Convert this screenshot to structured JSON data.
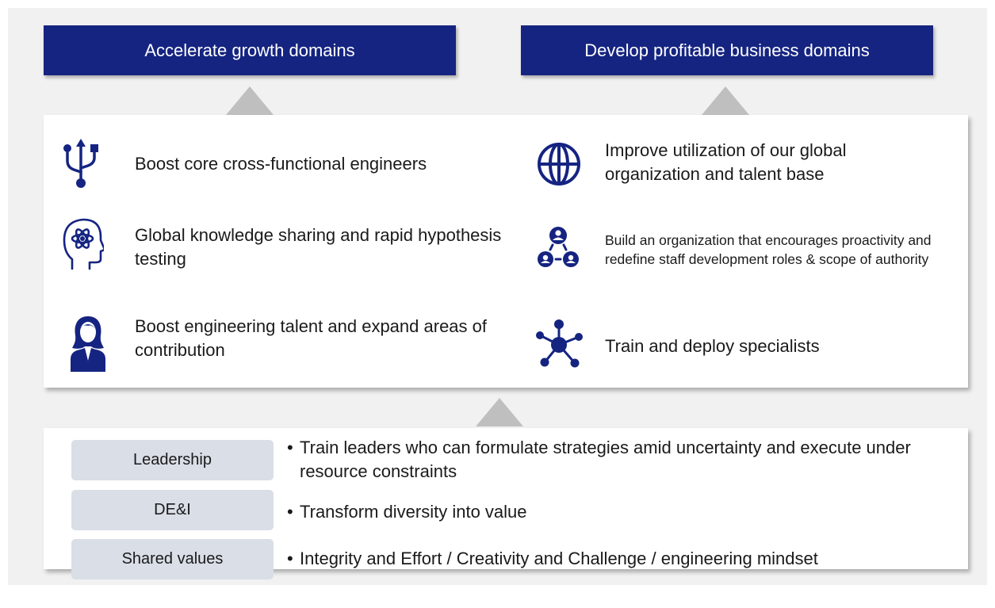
{
  "banners": {
    "left": "Accelerate growth domains",
    "right": "Develop profitable business domains"
  },
  "initiatives": {
    "left": [
      {
        "icon": "usb-icon",
        "text": "Boost core cross-functional engineers"
      },
      {
        "icon": "brain-atom-icon",
        "text": "Global knowledge sharing and rapid hypothesis testing"
      },
      {
        "icon": "person-icon",
        "text": "Boost engineering talent and expand areas of contribution"
      }
    ],
    "right": [
      {
        "icon": "globe-icon",
        "text": "Improve utilization of our global organization and talent base"
      },
      {
        "icon": "org-network-icon",
        "text": "Build an organization that encourages proactivity and redefine staff development roles & scope of authority"
      },
      {
        "icon": "hub-network-icon",
        "text": "Train and deploy specialists"
      }
    ]
  },
  "foundation": [
    {
      "label": "Leadership",
      "bullet": "•",
      "text": "Train leaders who can formulate strategies amid uncertainty and execute under resource constraints"
    },
    {
      "label": "DE&I",
      "bullet": "•",
      "text": "Transform diversity into value"
    },
    {
      "label": "Shared values",
      "bullet": "•",
      "text": "Integrity and Effort / Creativity and Challenge / engineering mindset"
    }
  ],
  "colors": {
    "navy": "#152481",
    "pill": "#d9dee7",
    "triangle": "#bfbfbf",
    "background": "#f1f1f1"
  }
}
